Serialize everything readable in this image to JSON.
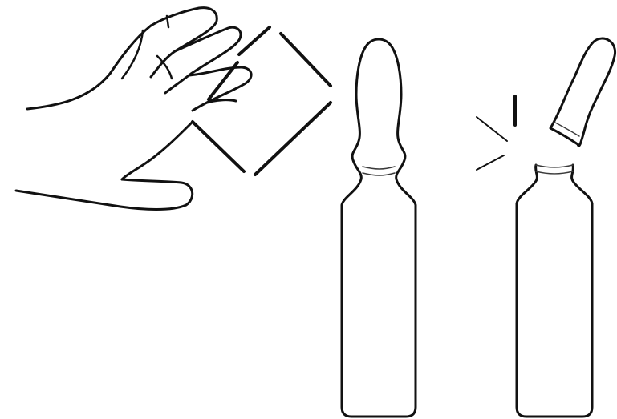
{
  "colors": {
    "background": "#ffffff",
    "ink": "#111111",
    "light_ink": "#3a3a3a"
  },
  "figure": {
    "panels": [
      {
        "id": "hand-holding-pad",
        "icons": [
          "hand-icon",
          "gauze-pad-icon"
        ]
      },
      {
        "id": "intact-ampoule",
        "icons": [
          "ampoule-icon"
        ]
      },
      {
        "id": "snapped-ampoule",
        "icons": [
          "ampoule-base-icon",
          "ampoule-tip-icon",
          "snap-lines-icon"
        ]
      }
    ]
  }
}
